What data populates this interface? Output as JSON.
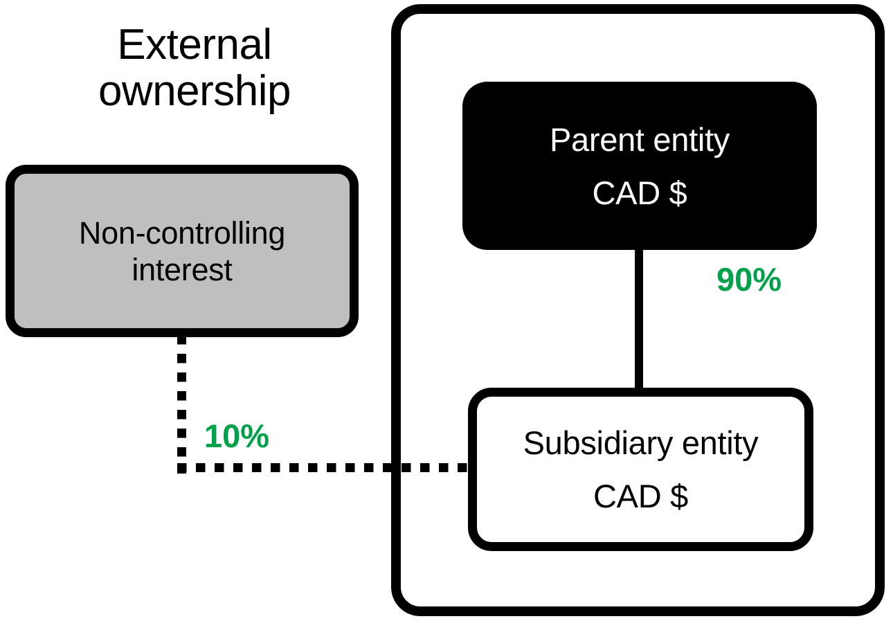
{
  "diagram": {
    "title": "External ownership",
    "external": {
      "heading": "External\nownership",
      "nci_node": {
        "line1": "Non-controlling",
        "line2": "interest"
      }
    },
    "group": {
      "parent_node": {
        "line1": "Parent entity",
        "line2": "CAD $"
      },
      "subsidiary_node": {
        "line1": "Subsidiary entity",
        "line2": "CAD $"
      }
    },
    "edges": {
      "parent_to_subsidiary": {
        "label": "90%",
        "style": "solid"
      },
      "nci_to_subsidiary": {
        "label": "10%",
        "style": "dotted"
      }
    },
    "colors": {
      "accent_green": "#00a14b",
      "node_fill_black": "#000000",
      "node_fill_gray": "#bfbfbf",
      "node_fill_white": "#ffffff",
      "stroke": "#000000"
    }
  }
}
